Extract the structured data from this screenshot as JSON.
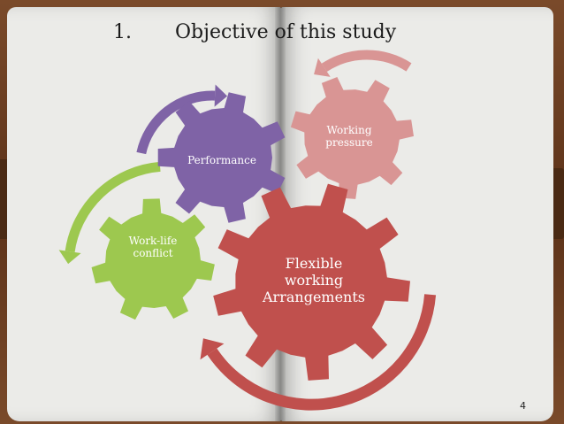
{
  "slide": {
    "number_label": "1.",
    "title": "Objective of this study",
    "page_number": "4"
  },
  "gears": [
    {
      "id": "work-life",
      "label": "Work-life conflict",
      "line1": "Work-life",
      "line2": "conflict",
      "color": "#9dc84f"
    },
    {
      "id": "performance",
      "label": "Performance",
      "color": "#7f63a6"
    },
    {
      "id": "working-pressure",
      "label": "Working pressure",
      "line1": "Working",
      "line2": "pressure",
      "color": "#d99594"
    },
    {
      "id": "flexible",
      "label": "Flexible working Arrangements",
      "line1": "Flexible",
      "line2": "working",
      "line3": "Arrangements",
      "color": "#c0504d"
    }
  ],
  "arrows": [
    {
      "id": "green-arrow",
      "color": "#9dc84f"
    },
    {
      "id": "purple-arrow",
      "color": "#7f63a6"
    },
    {
      "id": "pink-arrow",
      "color": "#d99594"
    },
    {
      "id": "red-arrow",
      "color": "#c0504d"
    }
  ]
}
